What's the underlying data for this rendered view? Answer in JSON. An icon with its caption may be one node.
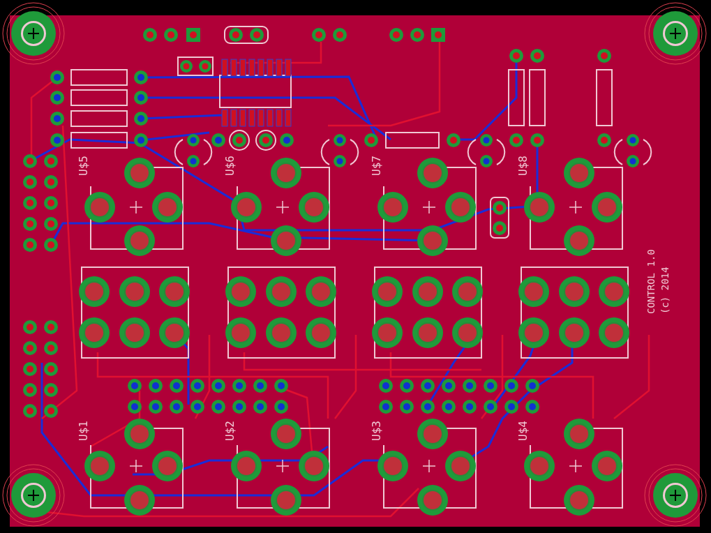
{
  "diagram": {
    "labels": [
      "U$5",
      "U$6",
      "U$7",
      "U$8",
      "CONTROL 1.0",
      "(c) 2014",
      "U$1",
      "U$2",
      "U$3",
      "U$4"
    ]
  }
}
